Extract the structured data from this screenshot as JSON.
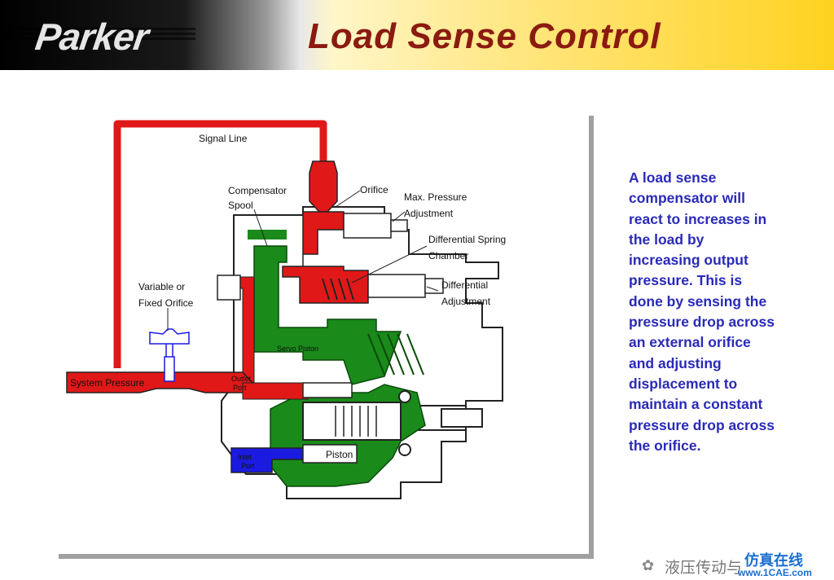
{
  "header": {
    "logo_text": "Parker",
    "title": "Load Sense Control"
  },
  "diagram": {
    "labels": {
      "signal_line": "Signal Line",
      "compensator_1": "Compensator",
      "compensator_2": "Spool",
      "orifice": "Orifice",
      "max_pressure_1": "Max. Pressure",
      "max_pressure_2": "Adjustment",
      "diff_spring_1": "Differential Spring",
      "diff_spring_2": "Chamber",
      "differential_1": "Differential",
      "differential_2": "Adjustment",
      "variable_1": "Variable or",
      "variable_2": "Fixed Orifice",
      "system_pressure": "System Pressure",
      "outlet_1": "Outlet",
      "outlet_2": "Port",
      "servo_piston": "Servo Piston",
      "piston": "Piston",
      "inlet_1": "Inlet",
      "inlet_2": "Port"
    },
    "colors": {
      "pressure": "#e01818",
      "case": "#1a8a1a",
      "inlet": "#1a1ae0",
      "metal": "#ffffff"
    }
  },
  "description": "A load sense\ncompensator will\nreact to increases in\nthe load by\nincreasing output\npressure.   This is\ndone by sensing the\npressure drop across\nan external orifice\nand adjusting\ndisplacement to\nmaintain a constant\npressure drop across\nthe orifice.",
  "watermark": {
    "text": "液压传动与",
    "brand": "仿真在线",
    "url": "www.1CAE.com"
  }
}
